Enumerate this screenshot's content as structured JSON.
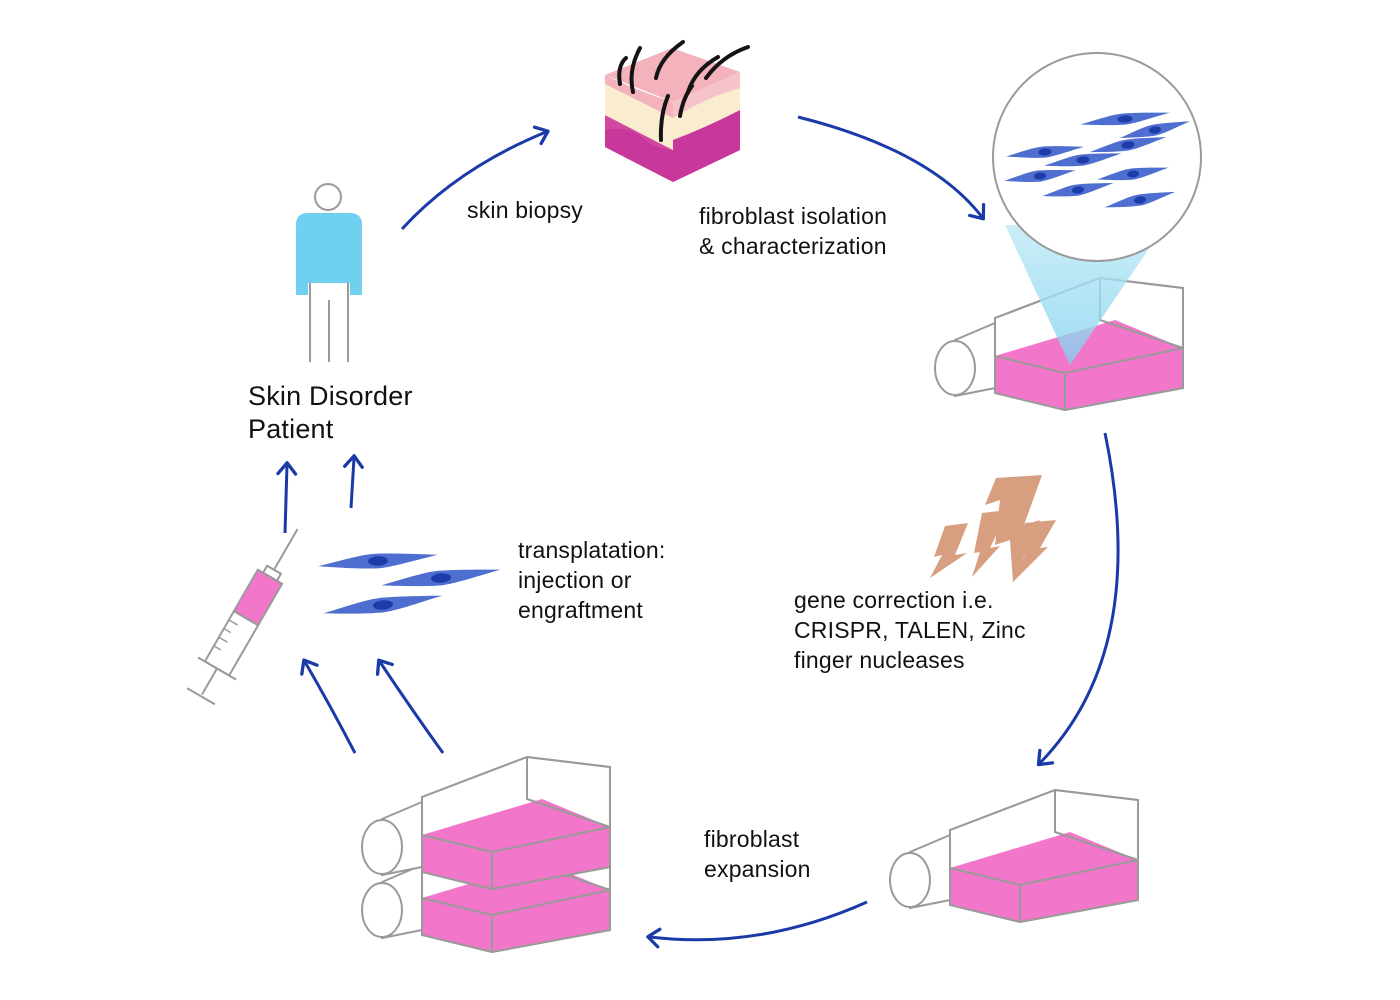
{
  "labels": {
    "patient": [
      "Skin Disorder",
      "Patient"
    ],
    "biopsy": [
      "skin biopsy"
    ],
    "isolation": [
      "fibroblast isolation",
      "& characterization"
    ],
    "gene_correction": [
      "gene correction i.e.",
      "CRISPR, TALEN, Zinc",
      "finger nucleases"
    ],
    "expansion": [
      "fibroblast",
      "expansion"
    ],
    "transplant": [
      "transplatation:",
      "injection or",
      "engraftment"
    ]
  },
  "colors": {
    "arrow": "#1a3aa8",
    "medium": "#f276c9",
    "skin_pink": "#f4b2bd",
    "skin_cream": "#f9eccf",
    "skin_magenta": "#c8379a",
    "cell": "#4f6fd0",
    "nucleus": "#1d3caa",
    "shirt": "#6fd0ef",
    "lightning": "#d79e7f",
    "flask_outline": "#9a9a9a"
  },
  "icons": [
    "person-icon",
    "skin-tissue-icon",
    "microscope-view-icon",
    "culture-flask-icon",
    "lightning-icon",
    "syringe-icon",
    "fibroblast-cell-icon"
  ]
}
